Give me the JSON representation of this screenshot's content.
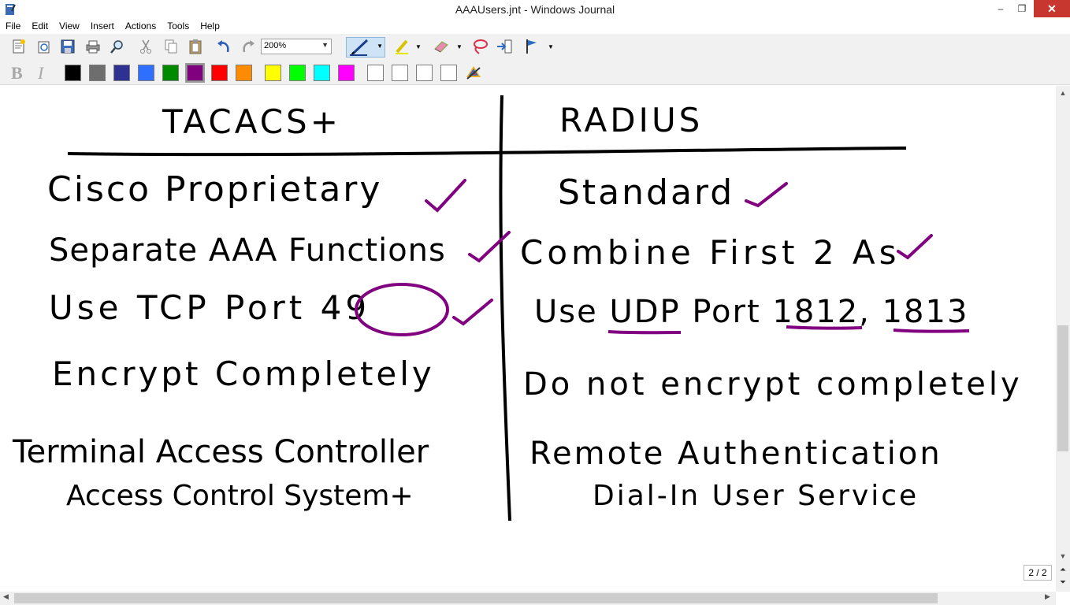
{
  "window": {
    "title": "AAAUsers.jnt - Windows Journal",
    "min_glyph": "–",
    "max_glyph": "❐",
    "close_glyph": "✕"
  },
  "menu": [
    "File",
    "Edit",
    "View",
    "Insert",
    "Actions",
    "Tools",
    "Help"
  ],
  "toolbar": {
    "zoom": "200%",
    "icons": [
      "new-note-icon",
      "open-icon",
      "save-icon",
      "print-icon",
      "find-icon",
      "cut-icon",
      "copy-icon",
      "paste-icon",
      "undo-icon",
      "redo-icon",
      "pen-icon",
      "highlighter-icon",
      "eraser-icon",
      "lasso-icon",
      "insert-space-icon",
      "flag-icon"
    ]
  },
  "format": {
    "bold": "B",
    "italic": "I"
  },
  "colors": [
    "#000000",
    "#6e6e6e",
    "#2e3192",
    "#2f6fff",
    "#008a00",
    "#800080",
    "#ff0000",
    "#ff8c00",
    "#ffff00",
    "#00ff00",
    "#00ffff",
    "#ff00ff",
    "#ffffff",
    "#ffffff",
    "#ffffff",
    "#ffffff"
  ],
  "ink": {
    "left_header": "TACACS+",
    "right_header": "RADIUS",
    "left_rows": [
      "Cisco Proprietary",
      "Separate AAA Functions",
      "Use TCP Port 49",
      "Encrypt Completely"
    ],
    "right_rows": [
      "Standard",
      "Combine First 2 As",
      "Use UDP Port 1812, 1813",
      "Do not encrypt completely"
    ],
    "left_meaning_1": "Terminal Access Controller",
    "left_meaning_2": "Access Control System+",
    "right_meaning_1": "Remote Authentication",
    "right_meaning_2": "Dial-In User Service",
    "check_color": "#800080"
  },
  "pages": {
    "indicator": "2 / 2"
  }
}
